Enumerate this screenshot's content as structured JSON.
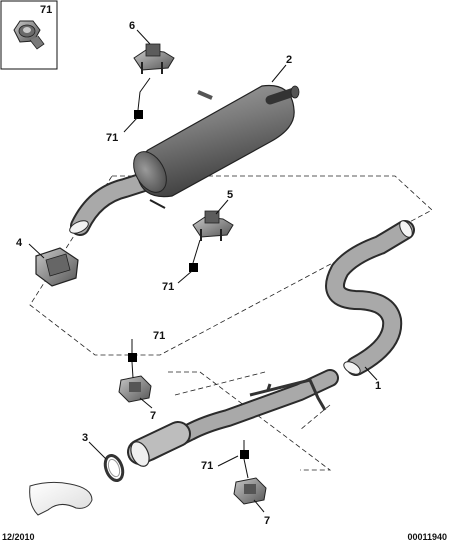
{
  "callouts": {
    "c71_box": "71",
    "c6": "6",
    "c2": "2",
    "c71_a": "71",
    "c5": "5",
    "c4": "4",
    "c71_b": "71",
    "c71_c": "71",
    "c1": "1",
    "c7_a": "7",
    "c3": "3",
    "c71_d": "71",
    "c7_b": "7"
  },
  "footer": {
    "date": "12/2010",
    "ref": "00011940"
  },
  "icons": [
    "nut-icon",
    "mounting-clamp-icon",
    "rubber-hanger-icon",
    "sealing-ring-icon",
    "marker-square-icon"
  ]
}
